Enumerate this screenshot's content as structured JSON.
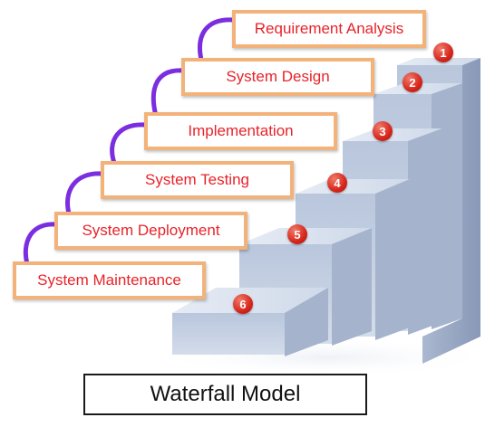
{
  "title": "Waterfall Model",
  "phases": [
    {
      "number": "1",
      "label": "Requirement Analysis"
    },
    {
      "number": "2",
      "label": "System Design"
    },
    {
      "number": "3",
      "label": "Implementation"
    },
    {
      "number": "4",
      "label": "System Testing"
    },
    {
      "number": "5",
      "label": "System Deployment"
    },
    {
      "number": "6",
      "label": "System Maintenance"
    }
  ],
  "colors": {
    "label_text": "#e8232a",
    "box_border": "#f2b27a",
    "connector": "#7b2ee0",
    "badge": "#d7261c",
    "stair_face": "#c4d0e4",
    "stair_top": "#dde5f2",
    "stair_side": "#9aaac6"
  }
}
